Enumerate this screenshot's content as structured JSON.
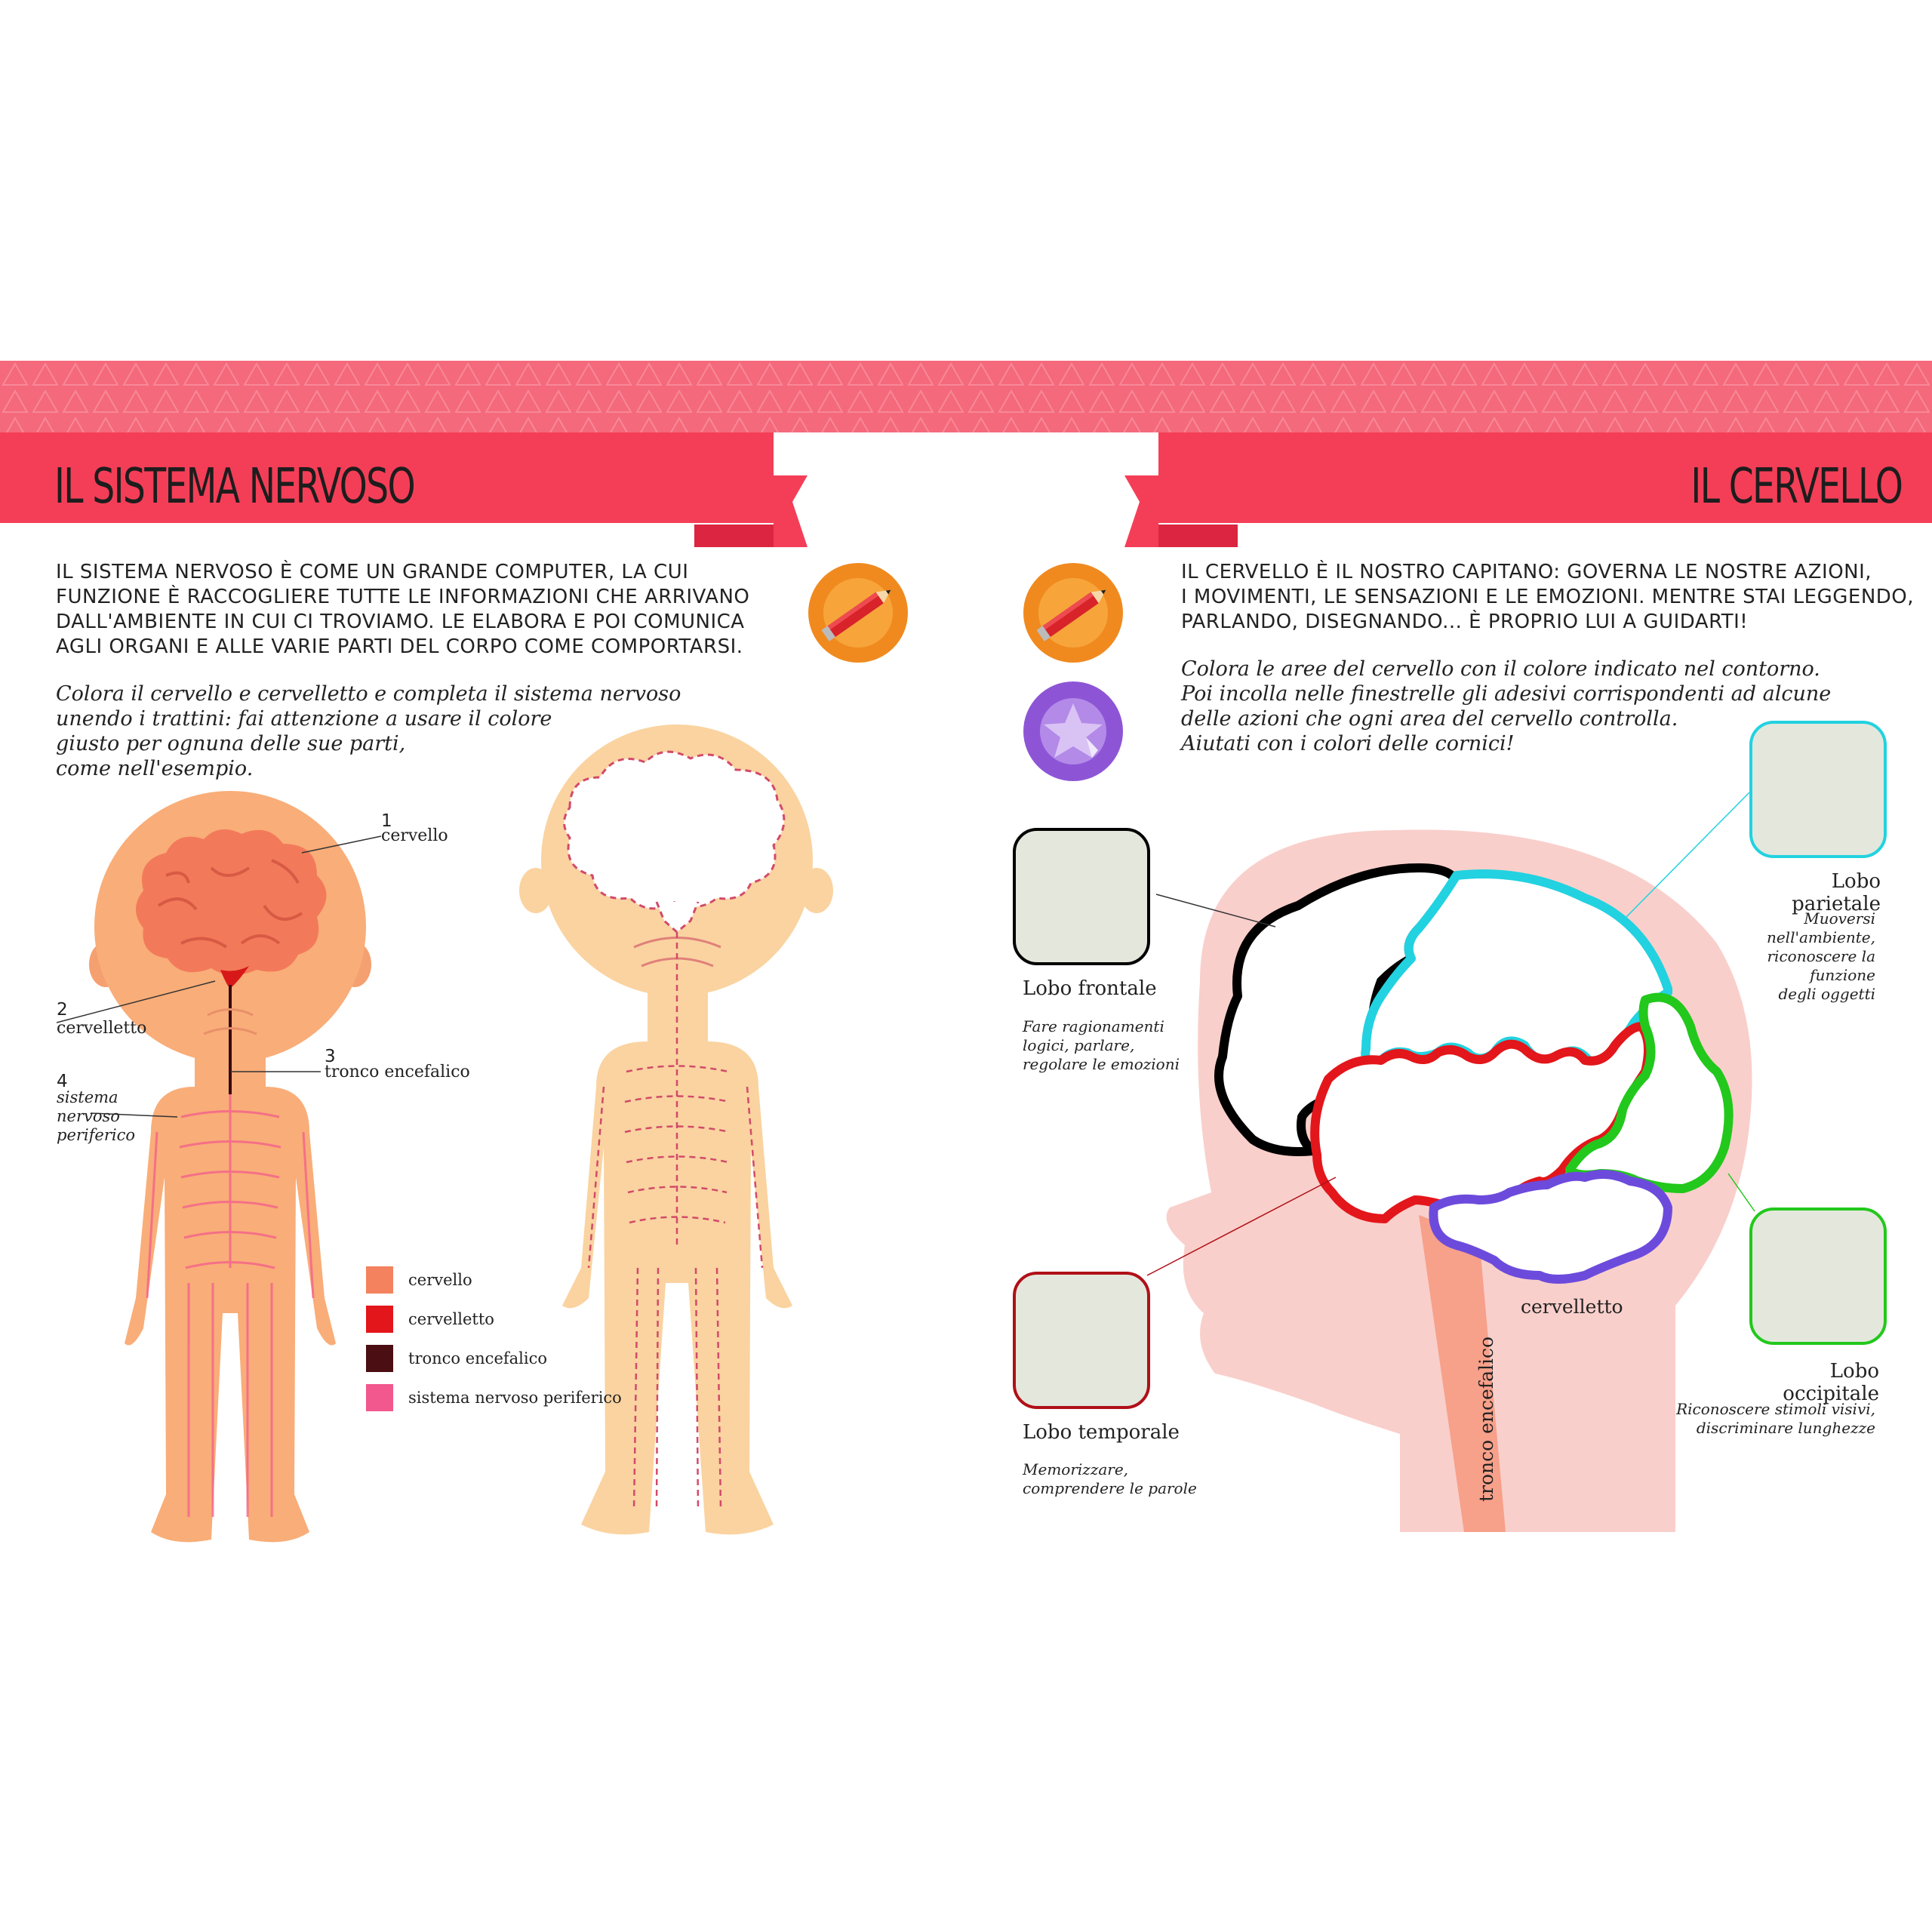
{
  "left": {
    "title": "IL SISTEMA NERVOSO",
    "intro": [
      "IL SISTEMA NERVOSO È COME UN GRANDE COMPUTER, LA CUI",
      "FUNZIONE È RACCOGLIERE TUTTE LE INFORMAZIONI CHE ARRIVANO",
      "DALL'AMBIENTE IN CUI CI TROVIAMO. LE ELABORA E POI COMUNICA",
      "AGLI ORGANI E ALLE VARIE PARTI DEL CORPO COME COMPORTARSI."
    ],
    "instructions": [
      "Colora il cervello e cervelletto e completa il sistema nervoso",
      "unendo i trattini: fai attenzione a usare il colore",
      "giusto per ognuna delle sue parti,",
      "come nell'esempio."
    ],
    "labels": [
      {
        "num": "1",
        "text": "cervello"
      },
      {
        "num": "2",
        "text": "cervelletto"
      },
      {
        "num": "3",
        "text": "tronco encefalico"
      },
      {
        "num": "4",
        "text": [
          "sistema",
          "nervoso",
          "periferico"
        ]
      }
    ],
    "legend": [
      {
        "color": "#f4825f",
        "label": "cervello"
      },
      {
        "color": "#e3161b",
        "label": "cervelletto"
      },
      {
        "color": "#4a0e13",
        "label": "tronco encefalico"
      },
      {
        "color": "#f2578e",
        "label": "sistema nervoso periferico"
      }
    ]
  },
  "right": {
    "title": "IL CERVELLO",
    "intro": [
      "IL CERVELLO È IL NOSTRO CAPITANO: GOVERNA LE NOSTRE AZIONI,",
      "I MOVIMENTI, LE SENSAZIONI E LE EMOZIONI. MENTRE STAI LEGGENDO,",
      "PARLANDO, DISEGNANDO... È PROPRIO LUI A GUIDARTI!"
    ],
    "instructions": [
      "Colora le aree del cervello con il colore indicato nel contorno.",
      "Poi incolla nelle finestrelle gli adesivi corrispondenti ad alcune",
      "delle azioni che ogni area del cervello controlla.",
      "Aiutati con i colori delle cornici!"
    ],
    "lobes": [
      {
        "name": "Lobo frontale",
        "color": "#000000",
        "desc": [
          "Fare ragionamenti",
          "logici, parlare,",
          "regolare le emozioni"
        ]
      },
      {
        "name": "Lobo parietale",
        "color": "#22d2e0",
        "desc": [
          "Muoversi",
          "nell'ambiente,",
          "riconoscere la",
          "funzione",
          "degli oggetti"
        ]
      },
      {
        "name": "Lobo temporale",
        "color": "#b01018",
        "desc": [
          "Memorizzare,",
          "comprendere le parole"
        ]
      },
      {
        "name": "Lobo occipitale",
        "color": "#22c81c",
        "desc": [
          "Riconoscere stimoli visivi,",
          "discriminare lunghezze"
        ]
      }
    ],
    "cerebellum_label": "cervelletto",
    "brainstem_label": "tronco encefalico"
  },
  "icons": {
    "pencil": "pencil-icon",
    "sticker": "sticker-star-icon"
  },
  "colors": {
    "banner": "#f43e57",
    "stripe": "#f4697b",
    "skin_example": "#f9ad78",
    "skin_blank": "#fad3a0",
    "nerve": "#f2578e"
  }
}
